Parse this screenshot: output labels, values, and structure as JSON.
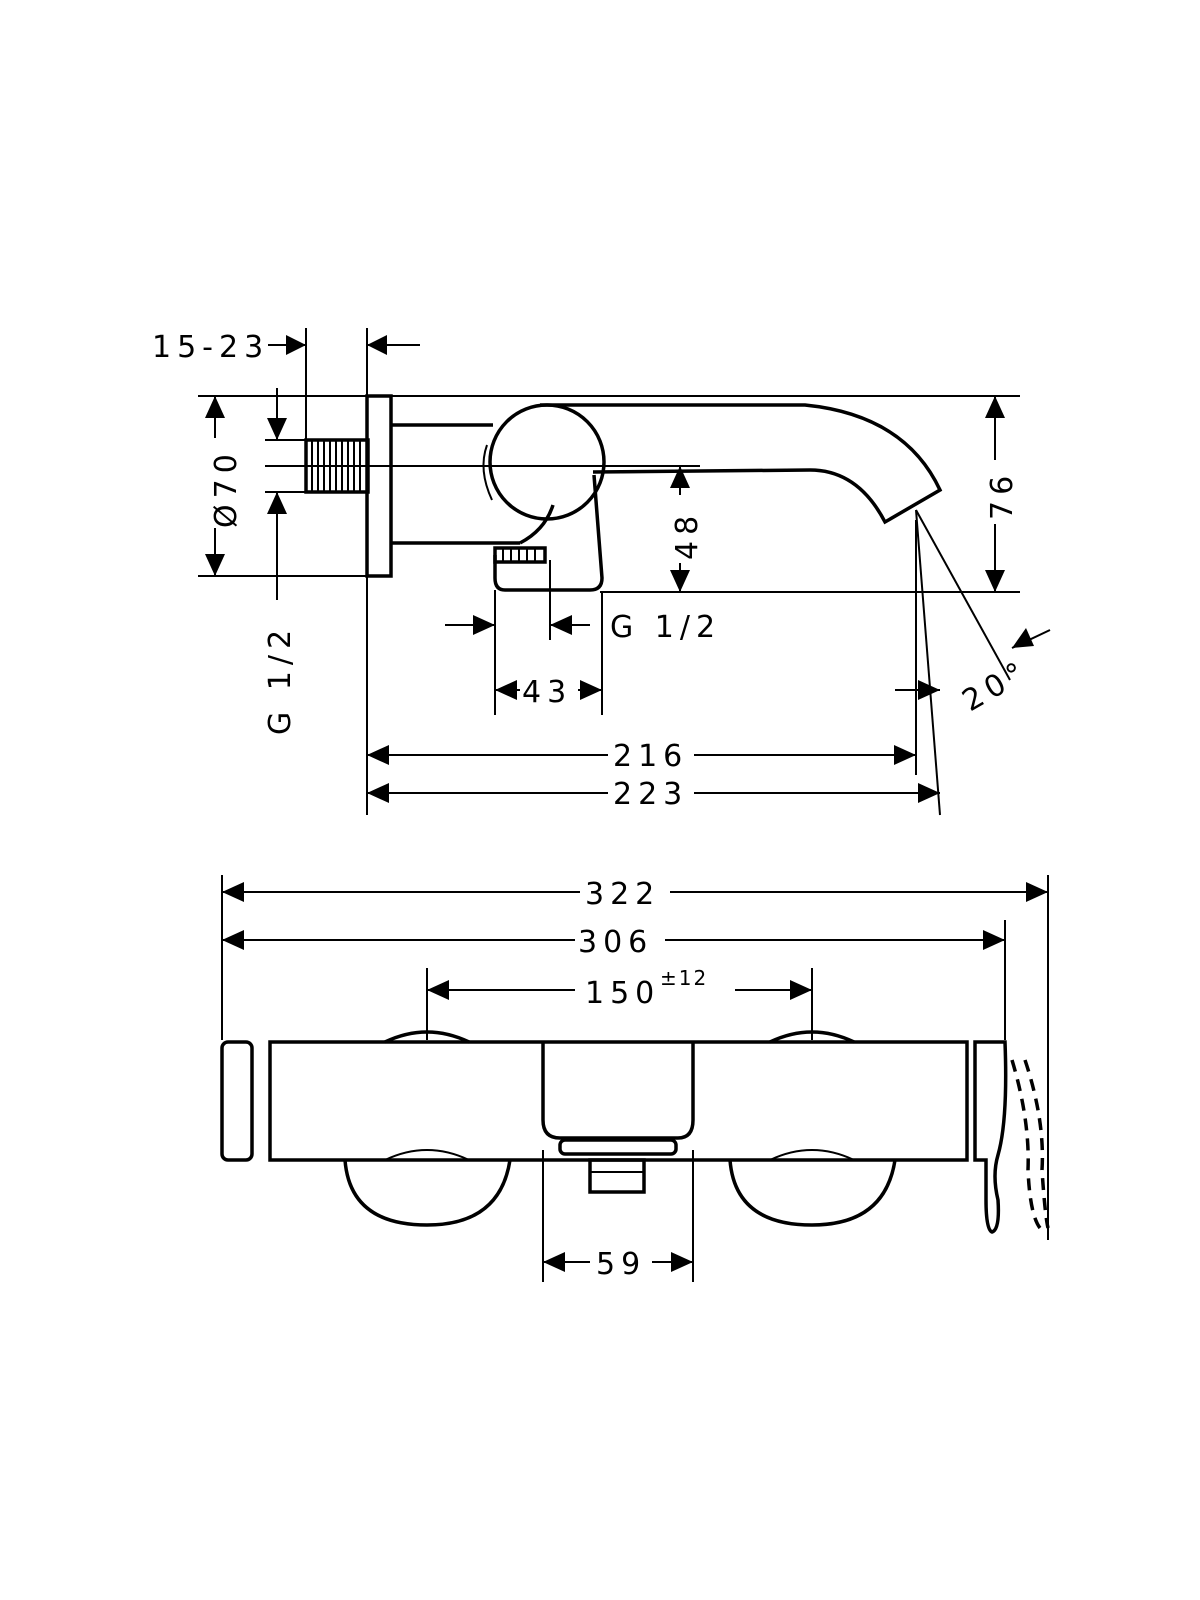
{
  "side_view": {
    "dim_wall_depth": "15-23",
    "dim_flange_diameter": "Ø70",
    "dim_thread_left": "G 1/2",
    "dim_height_total": "76",
    "dim_height_outlet": "48",
    "dim_thread_bottom": "G 1/2",
    "dim_outlet_spacing": "43",
    "dim_spout_projection": "216",
    "dim_overall_projection": "223",
    "dim_spray_angle": "20°"
  },
  "top_view": {
    "dim_overall_width": "322",
    "dim_body_width": "306",
    "dim_centres": "150",
    "dim_centres_tolerance": "±12",
    "dim_outlet_width": "59"
  }
}
